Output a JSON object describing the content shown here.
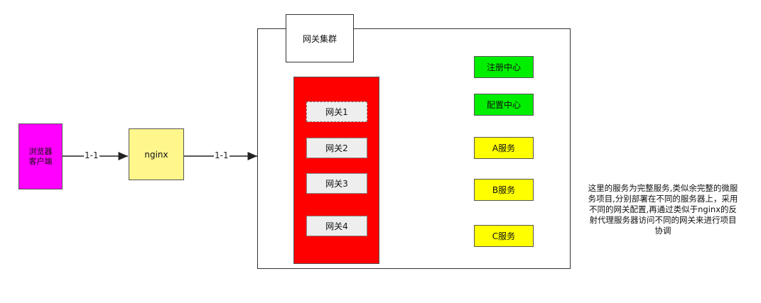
{
  "nodes": {
    "browser": "浏览器\n客户端",
    "nginx": "nginx",
    "cluster": "网关集群",
    "gateways": [
      "网关1",
      "网关2",
      "网关3",
      "网关4"
    ],
    "registry": "注册中心",
    "config": "配置中心",
    "services": [
      "A服务",
      "B服务",
      "C服务"
    ]
  },
  "edges": {
    "browser_nginx": "1-1",
    "nginx_cluster": "1-1"
  },
  "note": "这里的服务为完整服务,类似余完整的微服务项目,分别部署在不同的服务器上，采用不同的网关配置,再通过类似于nginx的反射代理服务器访问不同的网关来进行项目协调",
  "colors": {
    "browser": "#ff00ff",
    "nginx": "#fff68c",
    "gateway_group": "#ff0000",
    "registry": "#00ee00",
    "service": "#ffff00",
    "gateway1_links": "#22cc22"
  }
}
